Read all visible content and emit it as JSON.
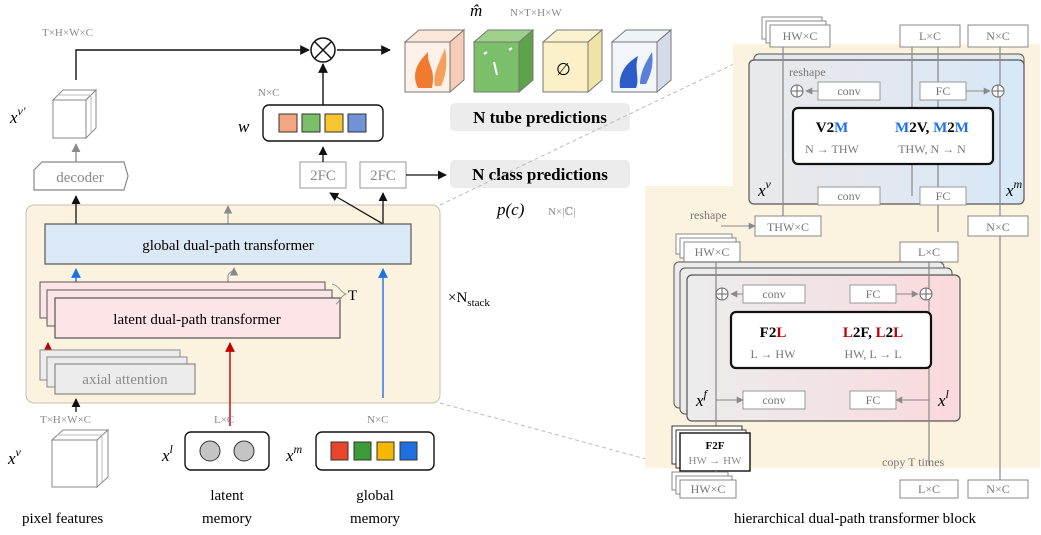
{
  "colors": {
    "panel_bg": "#fbf3df",
    "global_blue": "#dbe8f5",
    "latent_pink": "#fde4e6",
    "red_arrow": "#c00000",
    "blue_arrow": "#1f73e0",
    "class_orange": "#f4a582",
    "class_green": "#7cbf6a",
    "class_yellow": "#f7c531",
    "class_blue": "#6f93d6",
    "mem_red": "#e8452c",
    "mem_green": "#3b9b3b",
    "mem_yellow": "#f5b800",
    "mem_blue": "#1f6fe0"
  },
  "left": {
    "dims_top": "T×H×W×C",
    "dims_nc": "N×C",
    "dims_nc_mem": "N×C",
    "dims_lc": "L×C",
    "dims_thwc": "T×H×W×C",
    "mhat": "m̂",
    "mhat_dims": "N×T×H×W",
    "xv_prime": "x",
    "xv_prime_sup": "v'",
    "w_label": "w",
    "decoder": "decoder",
    "fc1": "2FC",
    "fc2": "2FC",
    "tube_pred": "N tube predictions",
    "class_pred": "N class predictions",
    "pc": "p(c)",
    "pc_dims": "N×|ℂ|",
    "global_dp": "global dual-path transformer",
    "latent_dp": "latent dual-path transformer",
    "T": "T",
    "axial": "axial attention",
    "nstack": "×N",
    "nstack_sub": "stack",
    "xv": "x",
    "xv_sup": "v",
    "xl": "x",
    "xl_sup": "l",
    "xm": "x",
    "xm_sup": "m",
    "pixel_features": "pixel features",
    "latent_memory_1": "latent",
    "latent_memory_2": "memory",
    "global_memory_1": "global",
    "global_memory_2": "memory",
    "empty_set": "∅"
  },
  "right": {
    "hwc_top": "HW×C",
    "lc_top": "L×C",
    "nc_top": "N×C",
    "reshape_top": "reshape",
    "conv_a": "conv",
    "fc_a": "FC",
    "v2m": "V2M",
    "m2v_m2m": "M2V, M2M",
    "n_thw": "N → THW",
    "thw_n_n": "THW, N → N",
    "conv_b": "conv",
    "fc_b": "FC",
    "xv": "x",
    "xv_sup": "v",
    "xm": "x",
    "xm_sup": "m",
    "reshape_mid": "reshape",
    "thwc": "THW×C",
    "hwc_mid": "HW×C",
    "lc_mid": "L×C",
    "nc_mid": "N×C",
    "conv_c": "conv",
    "fc_c": "FC",
    "f2l": "F2L",
    "l2f_l2l": "L2F, L2L",
    "l_hw": "L → HW",
    "hw_l_l": "HW, L → L",
    "conv_d": "conv",
    "fc_d": "FC",
    "xf": "x",
    "xf_sup": "f",
    "xl": "x",
    "xl_sup": "l",
    "f2f": "F2F",
    "hw_hw": "HW → HW",
    "copy_t": "copy T times",
    "hwc_bot": "HW×C",
    "lc_bot": "L×C",
    "nc_bot": "N×C",
    "caption": "hierarchical dual-path transformer block"
  }
}
